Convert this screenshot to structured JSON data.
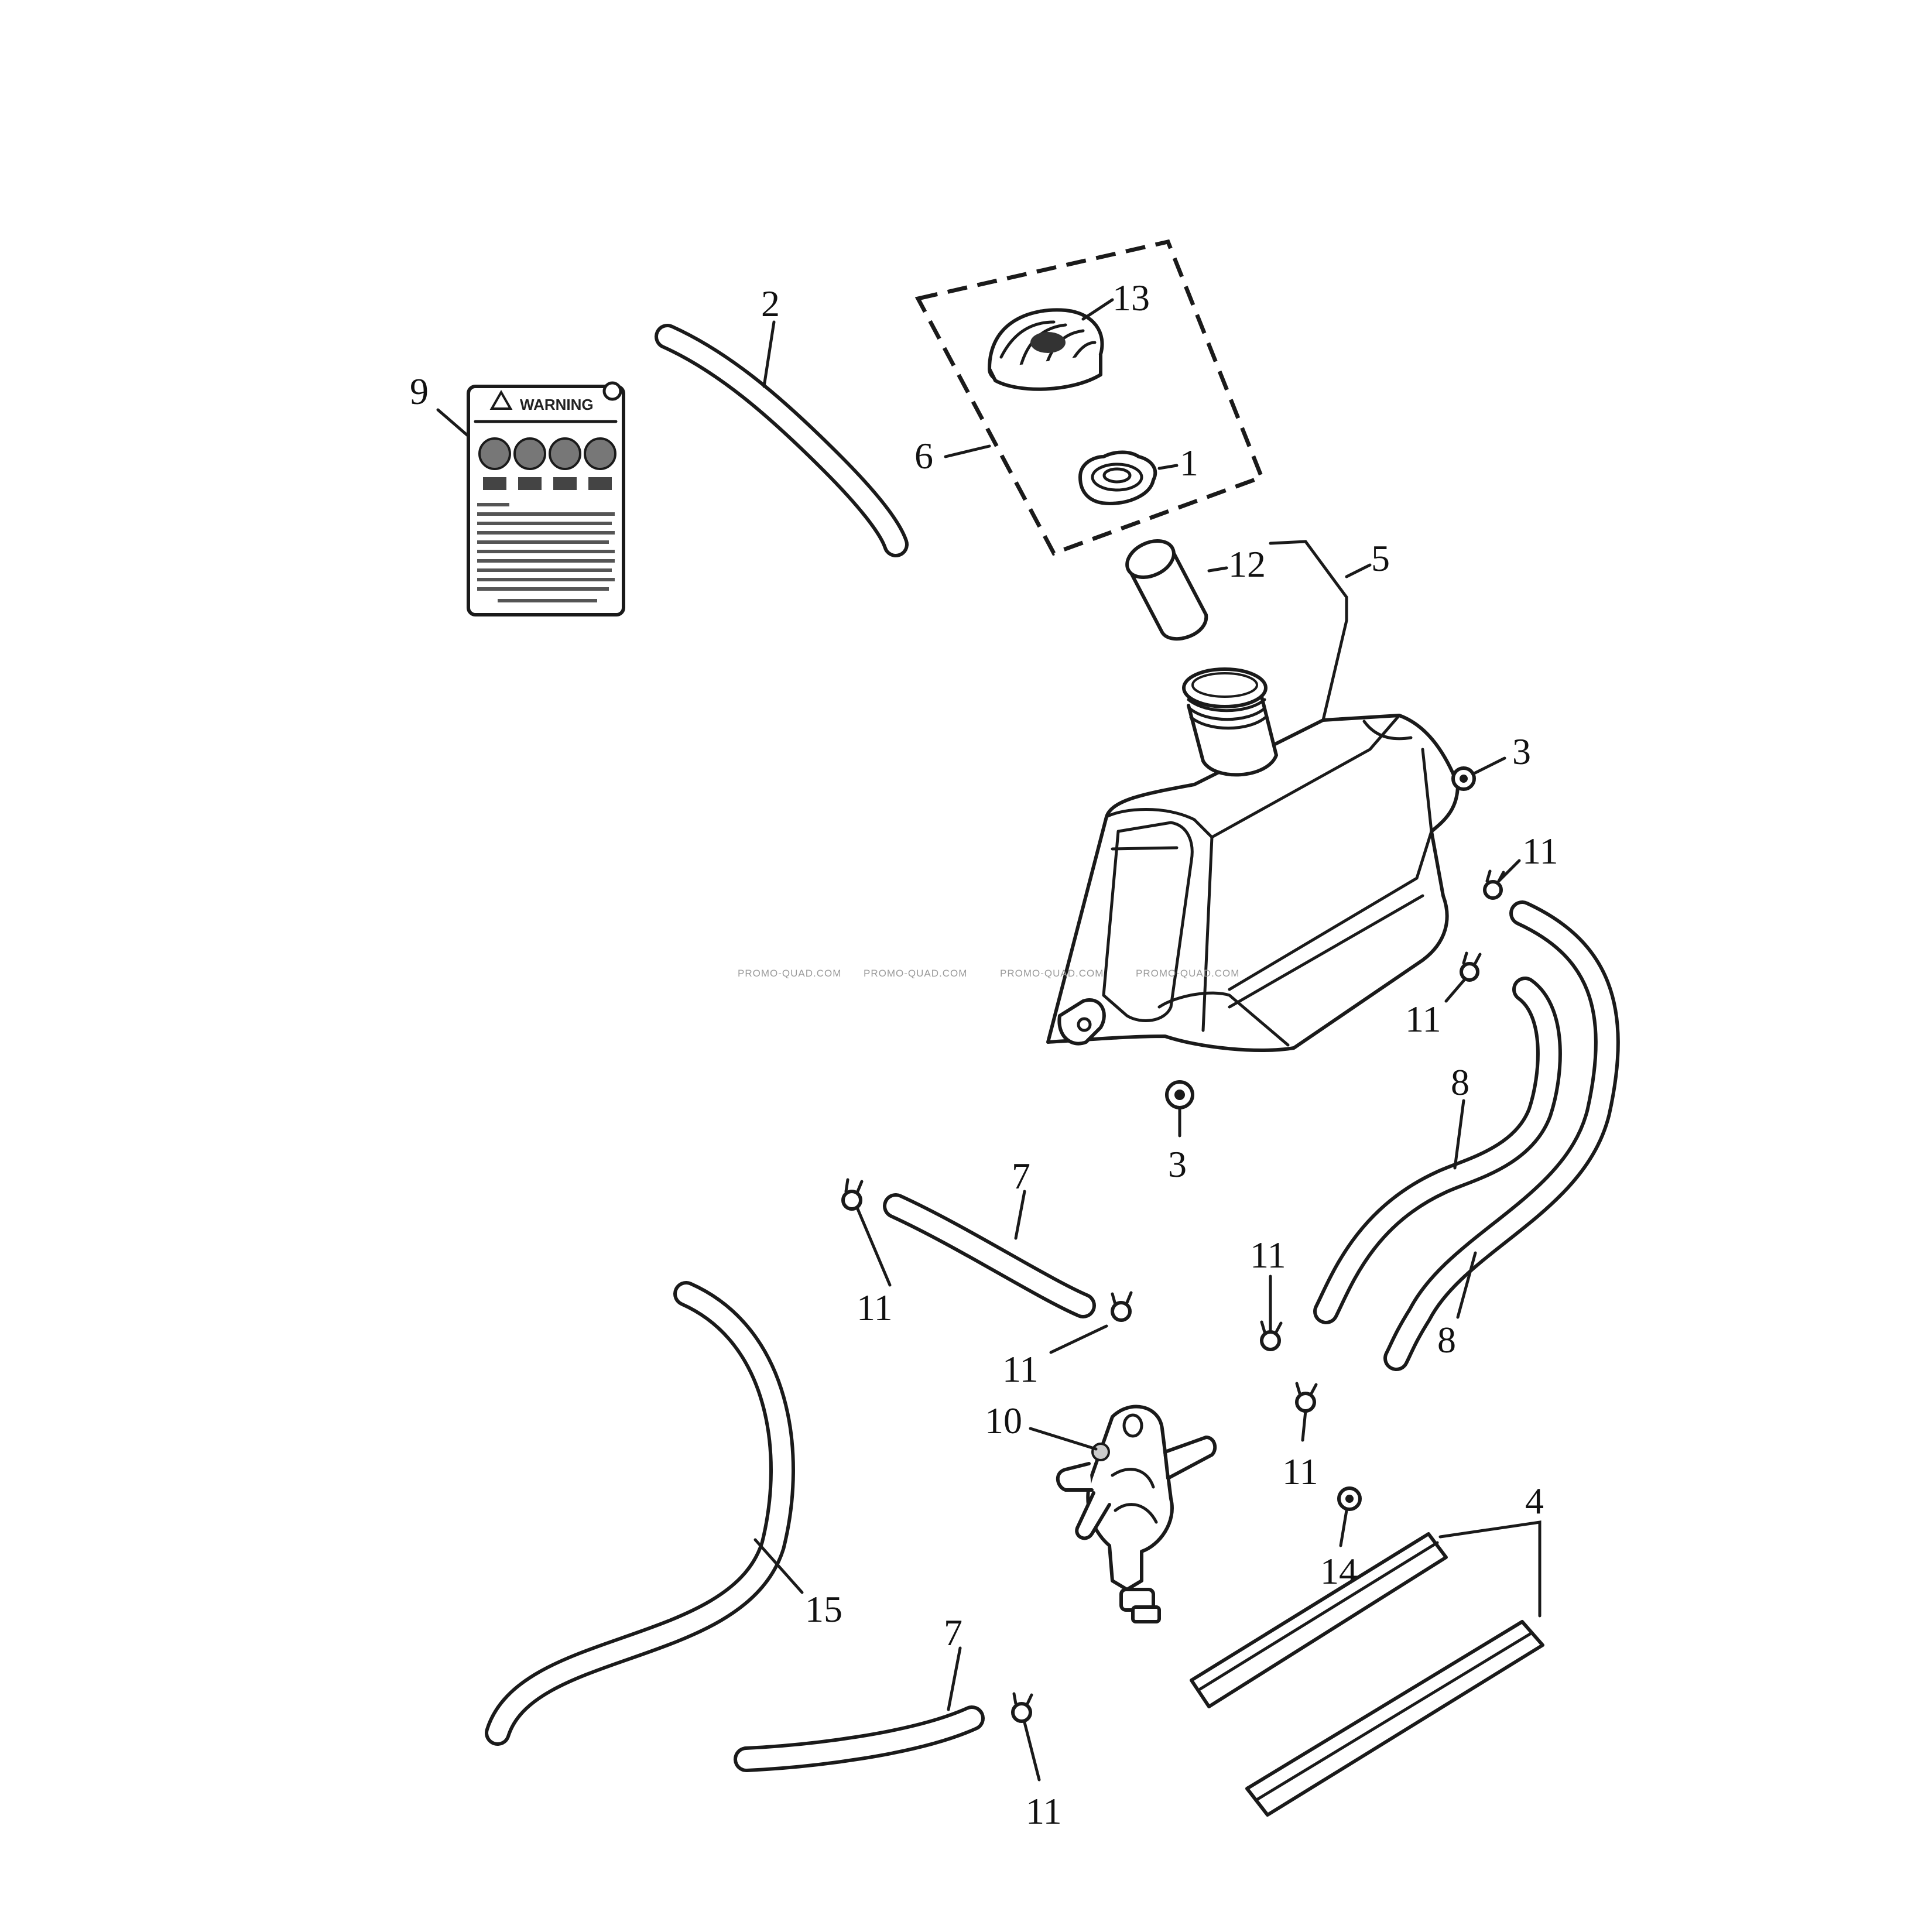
{
  "diagram": {
    "callouts": {
      "c1": "1",
      "c2": "2",
      "c3a": "3",
      "c3b": "3",
      "c4": "4",
      "c5": "5",
      "c6": "6",
      "c7a": "7",
      "c7b": "7",
      "c8a": "8",
      "c8b": "8",
      "c9": "9",
      "c10": "10",
      "c11a": "11",
      "c11b": "11",
      "c11c": "11",
      "c11d": "11",
      "c11e": "11",
      "c11f": "11",
      "c11g": "11",
      "c12": "12",
      "c13": "13",
      "c14": "14",
      "c15": "15"
    },
    "watermark": [
      "PROMO-QUAD.COM",
      "PROMO-QUAD.COM",
      "PROMO-QUAD.COM",
      "PROMO-QUAD.COM"
    ],
    "warning_label": {
      "heading": "WARNING"
    }
  }
}
